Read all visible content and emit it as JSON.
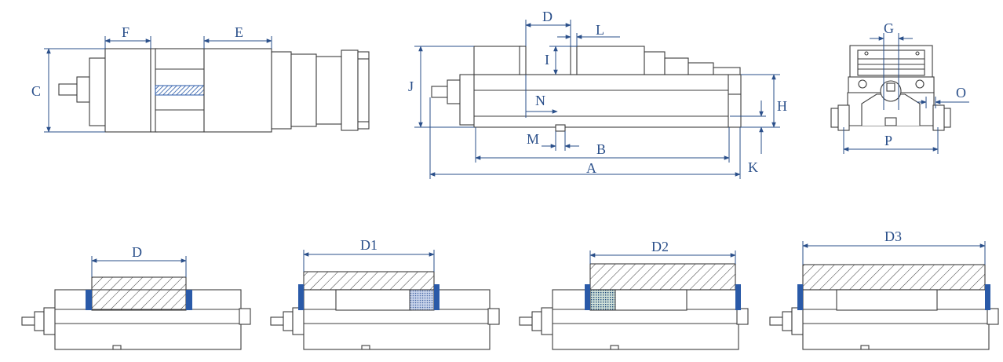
{
  "colors": {
    "outline": "#3c3c3c",
    "dimension": "#2a4f8a",
    "jaw_insert": "#2a5aa8",
    "hatch": "#3c3c3c"
  },
  "labels": {
    "A": "A",
    "B": "B",
    "C": "C",
    "D": "D",
    "E": "E",
    "F": "F",
    "G": "G",
    "H": "H",
    "I": "I",
    "J": "J",
    "K": "K",
    "L": "L",
    "M": "M",
    "N": "N",
    "O": "O",
    "P": "P"
  },
  "configs": [
    {
      "label": "D"
    },
    {
      "label": "D1"
    },
    {
      "label": "D2"
    },
    {
      "label": "D3"
    }
  ]
}
